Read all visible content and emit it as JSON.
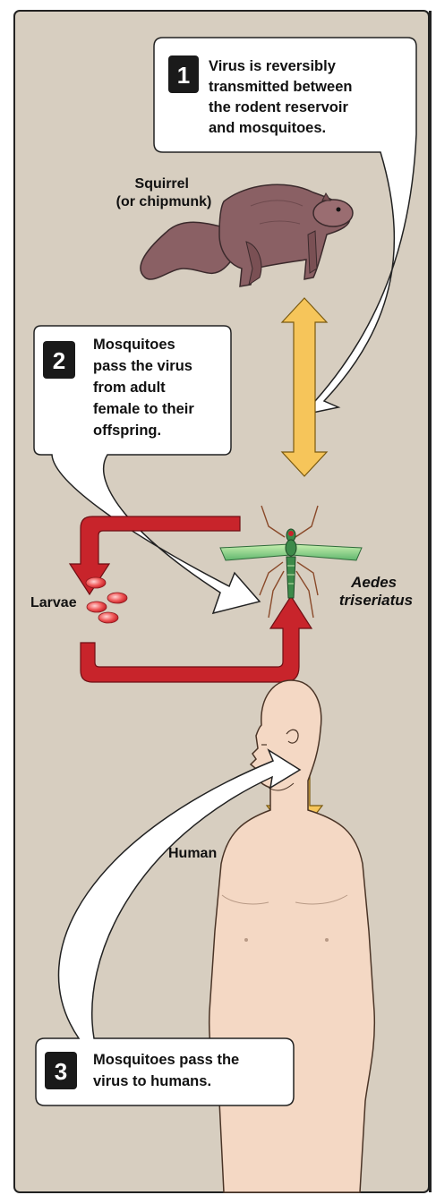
{
  "steps": [
    {
      "number": "1",
      "lines": [
        "Virus is reversibly",
        "transmitted between",
        "the rodent reservoir",
        "and mosquitoes."
      ]
    },
    {
      "number": "2",
      "lines": [
        "Mosquitoes",
        "pass the virus",
        "from adult",
        "female to their",
        "offspring."
      ]
    },
    {
      "number": "3",
      "lines": [
        "Mosquitoes pass the",
        "virus to humans."
      ]
    }
  ],
  "labels": {
    "squirrel": [
      "Squirrel",
      "(or chipmunk)"
    ],
    "larvae": "Larvae",
    "mosquito": [
      "Aedes",
      "triseriatus"
    ],
    "human": "Human"
  },
  "colors": {
    "background": "#d7cec0",
    "transmission_arrow": "#f6c55a",
    "larval_cycle_arrow": "#c8242b",
    "squirrel": "#8a6064",
    "mosquito_wing": "#7fc88a",
    "mosquito_body": "#3d8a4a",
    "human_skin": "#f4d8c4"
  }
}
